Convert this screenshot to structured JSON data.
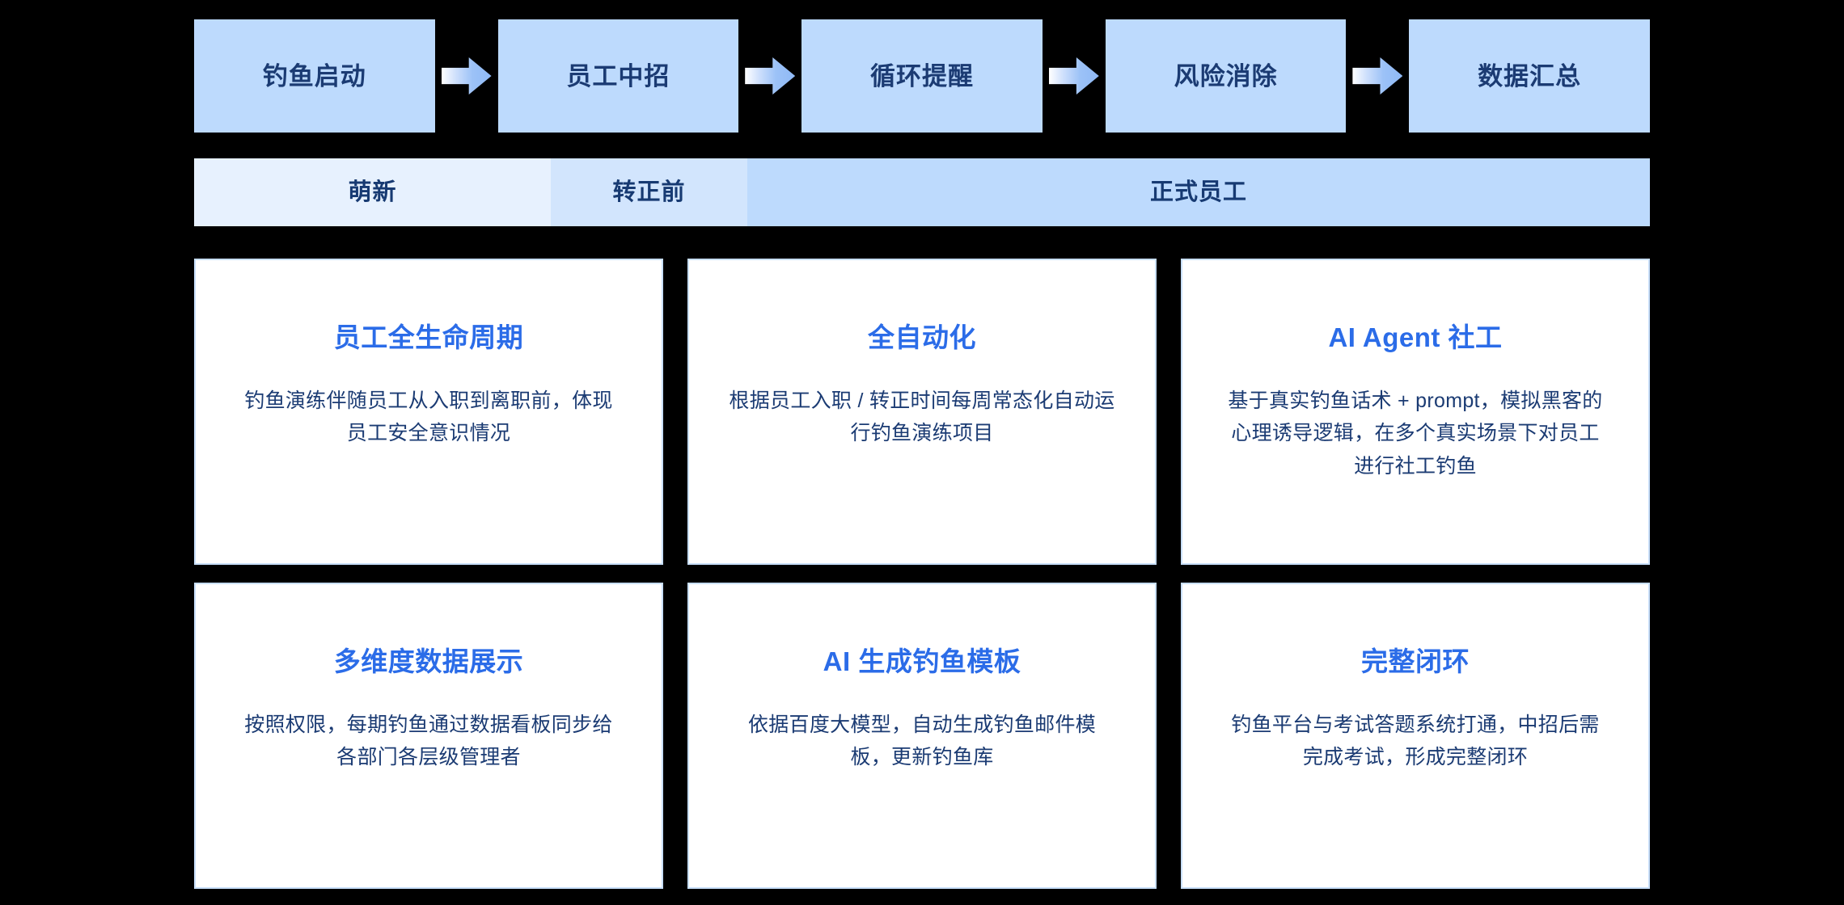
{
  "theme": {
    "background": "#000000",
    "step_fill": "#BDDAFD",
    "step_text": "#1B3B73",
    "arrow_gradient_start": "#FFFFFF",
    "arrow_gradient_end": "#8FB9F6",
    "stage_fill_1": "#E7F1FE",
    "stage_fill_2": "#D2E5FD",
    "stage_fill_3": "#BDDAFD",
    "stage_text": "#173A72",
    "card_background": "#FFFFFF",
    "card_border": "#C8DFFB",
    "card_title": "#2B6CE8",
    "card_text": "#1B3B73"
  },
  "flow": {
    "steps": [
      {
        "label": "钓鱼启动"
      },
      {
        "label": "员工中招"
      },
      {
        "label": "循环提醒"
      },
      {
        "label": "风险消除"
      },
      {
        "label": "数据汇总"
      }
    ],
    "arrow_icon": "arrow-right-icon",
    "arrow_count": 4
  },
  "stages": [
    {
      "label": "萌新"
    },
    {
      "label": "转正前"
    },
    {
      "label": "正式员工"
    }
  ],
  "cards": [
    {
      "title": "员工全生命周期",
      "desc": "钓鱼演练伴随员工从入职到离职前，体现员工安全意识情况"
    },
    {
      "title": "全自动化",
      "desc": "根据员工入职 / 转正时间每周常态化自动运行钓鱼演练项目"
    },
    {
      "title": "AI Agent 社工",
      "desc": "基于真实钓鱼话术 + prompt，模拟黑客的心理诱导逻辑，在多个真实场景下对员工进行社工钓鱼"
    },
    {
      "title": "多维度数据展示",
      "desc": "按照权限，每期钓鱼通过数据看板同步给各部门各层级管理者"
    },
    {
      "title": "AI 生成钓鱼模板",
      "desc": "依据百度大模型，自动生成钓鱼邮件模板，更新钓鱼库"
    },
    {
      "title": "完整闭环",
      "desc": "钓鱼平台与考试答题系统打通，中招后需完成考试，形成完整闭环"
    }
  ]
}
